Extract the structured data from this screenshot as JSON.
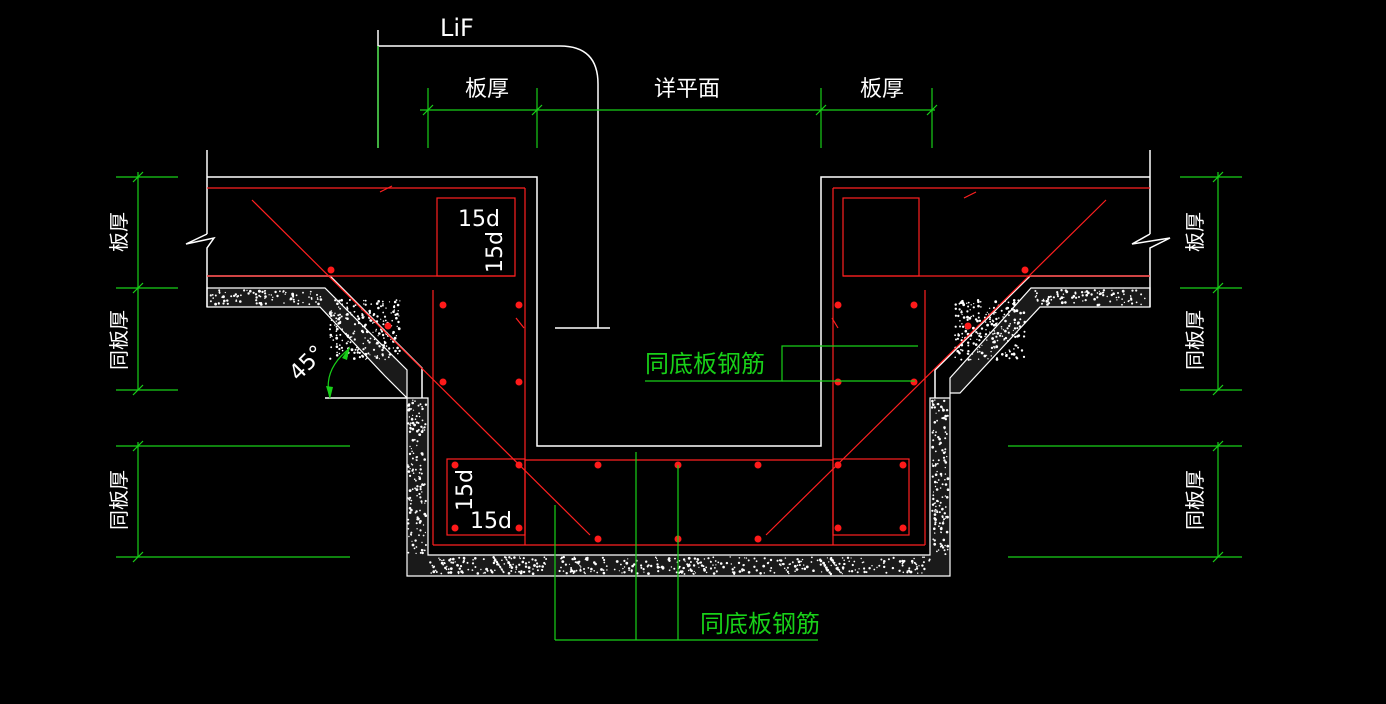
{
  "labels": {
    "lif": "LiF",
    "slab_thick_top_left": "板厚",
    "see_plan": "详平面",
    "slab_thick_top_right": "板厚",
    "slab_thick_left": "板厚",
    "same_thick_left_1": "同板厚",
    "same_thick_left_2": "同板厚",
    "slab_thick_right": "板厚",
    "same_thick_right_1": "同板厚",
    "same_thick_right_2": "同板厚",
    "angle": "45°",
    "lap_15d_1": "15d",
    "lap_15d_2": "15d",
    "lap_15d_3": "15d",
    "lap_15d_4": "15d",
    "same_bottom_rebar_1": "同底板钢筋",
    "same_bottom_rebar_2": "同底板钢筋"
  },
  "colors": {
    "background": "#000000",
    "outline": "#ffffff",
    "dimension": "#18d018",
    "rebar": "#ff2020"
  }
}
